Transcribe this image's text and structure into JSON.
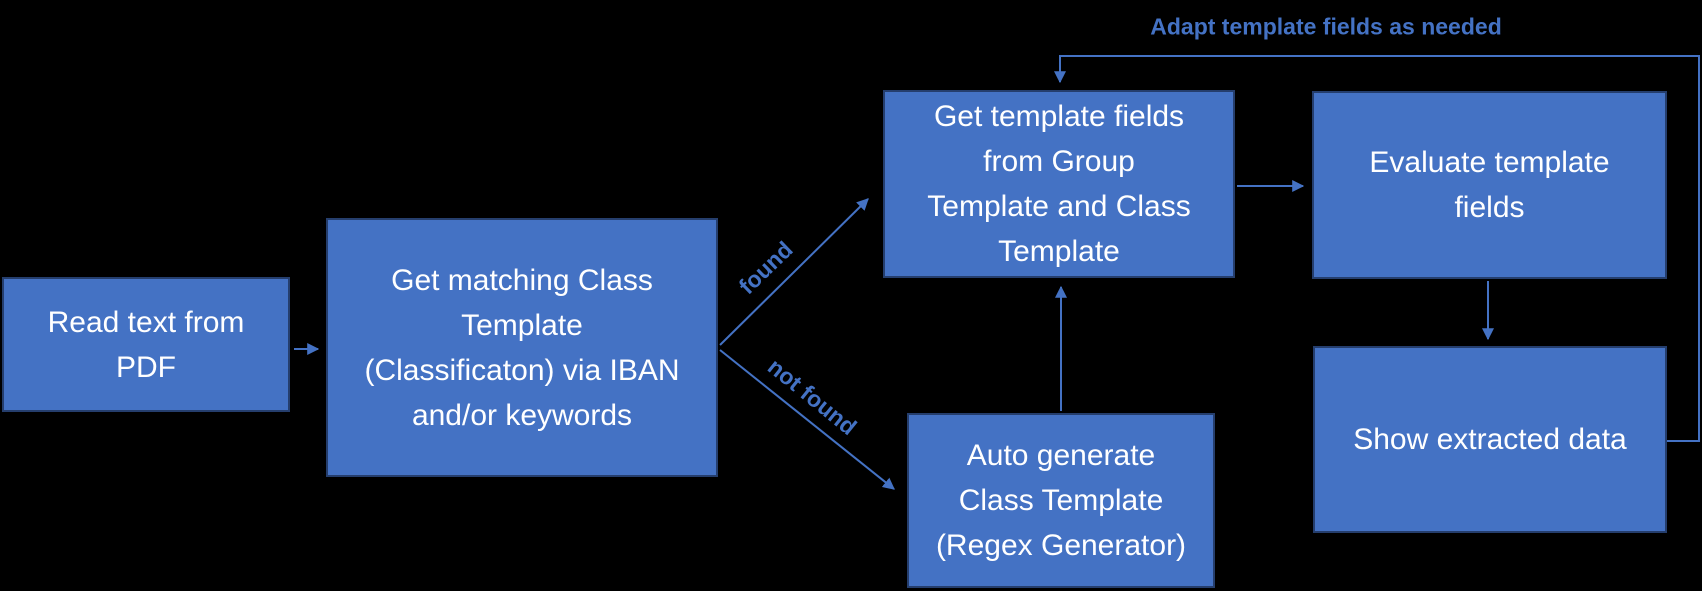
{
  "diagram": {
    "background_color": "#000000",
    "node_fill_color": "#4472C4",
    "node_border_color": "#253E6D",
    "node_text_color": "#FFFFFF",
    "connector_color": "#4472C4",
    "annotation_color": "#4472C4",
    "nodes": [
      {
        "id": "read-text-from-pdf",
        "label": "Read text from\nPDF"
      },
      {
        "id": "get-matching-class-template",
        "label": "Get matching Class\nTemplate\n(Classificaton) via IBAN\nand/or keywords"
      },
      {
        "id": "get-template-fields",
        "label": "Get template fields\nfrom Group\nTemplate and Class\nTemplate"
      },
      {
        "id": "auto-generate-class-template",
        "label": "Auto generate\nClass Template\n(Regex Generator)"
      },
      {
        "id": "evaluate-template-fields",
        "label": "Evaluate template\nfields"
      },
      {
        "id": "show-extracted-data",
        "label": "Show extracted data"
      }
    ],
    "edges": [
      {
        "from": "read-text-from-pdf",
        "to": "get-matching-class-template",
        "label": ""
      },
      {
        "from": "get-matching-class-template",
        "to": "get-template-fields",
        "label": "found"
      },
      {
        "from": "get-matching-class-template",
        "to": "auto-generate-class-template",
        "label": "not found"
      },
      {
        "from": "auto-generate-class-template",
        "to": "get-template-fields",
        "label": ""
      },
      {
        "from": "get-template-fields",
        "to": "evaluate-template-fields",
        "label": ""
      },
      {
        "from": "evaluate-template-fields",
        "to": "show-extracted-data",
        "label": ""
      },
      {
        "from": "show-extracted-data",
        "to": "get-template-fields",
        "label": "Adapt template fields as needed"
      }
    ]
  }
}
